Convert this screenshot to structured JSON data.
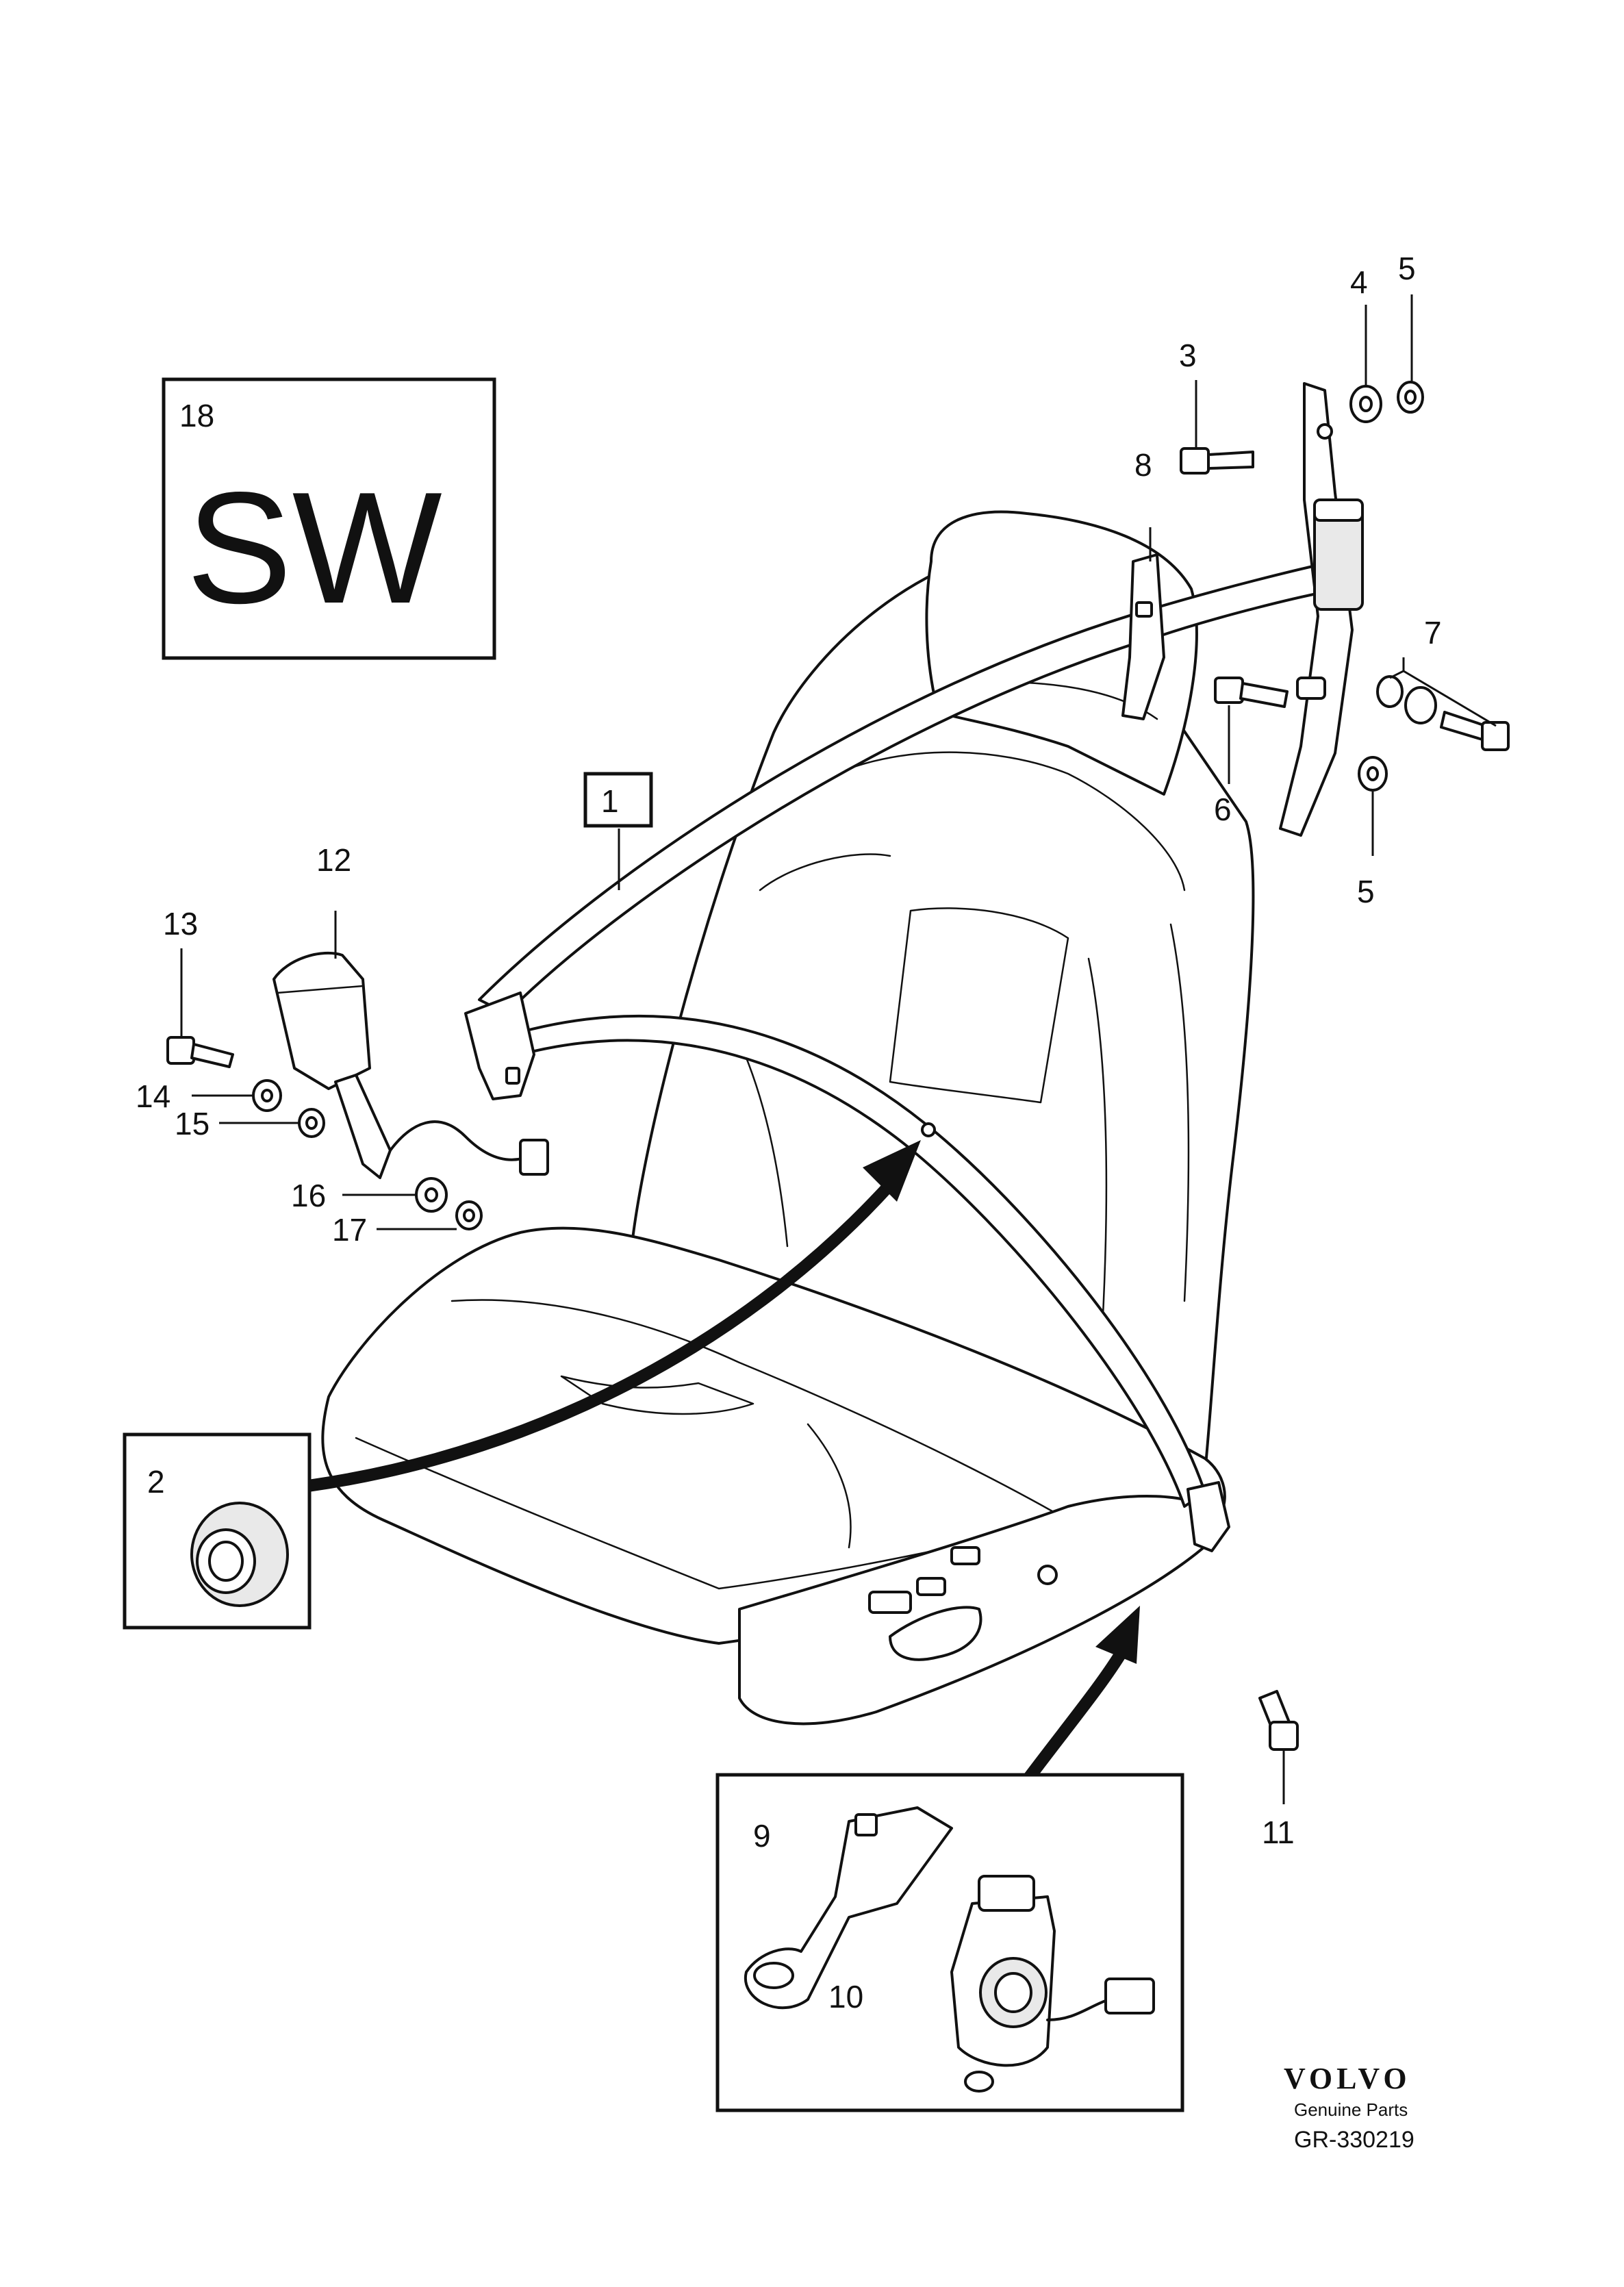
{
  "diagram": {
    "callouts": {
      "c1": "1",
      "c2": "2",
      "c3": "3",
      "c4": "4",
      "c5a": "5",
      "c5b": "5",
      "c6": "6",
      "c7": "7",
      "c8": "8",
      "c9": "9",
      "c10": "10",
      "c11": "11",
      "c12": "12",
      "c13": "13",
      "c14": "14",
      "c15": "15",
      "c16": "16",
      "c17": "17",
      "c18": "18"
    },
    "code_box": {
      "number": "18",
      "code": "SW"
    },
    "brand": {
      "logo_text": "VOLVO",
      "tagline": "Genuine Parts",
      "reference": "GR-330219"
    }
  }
}
